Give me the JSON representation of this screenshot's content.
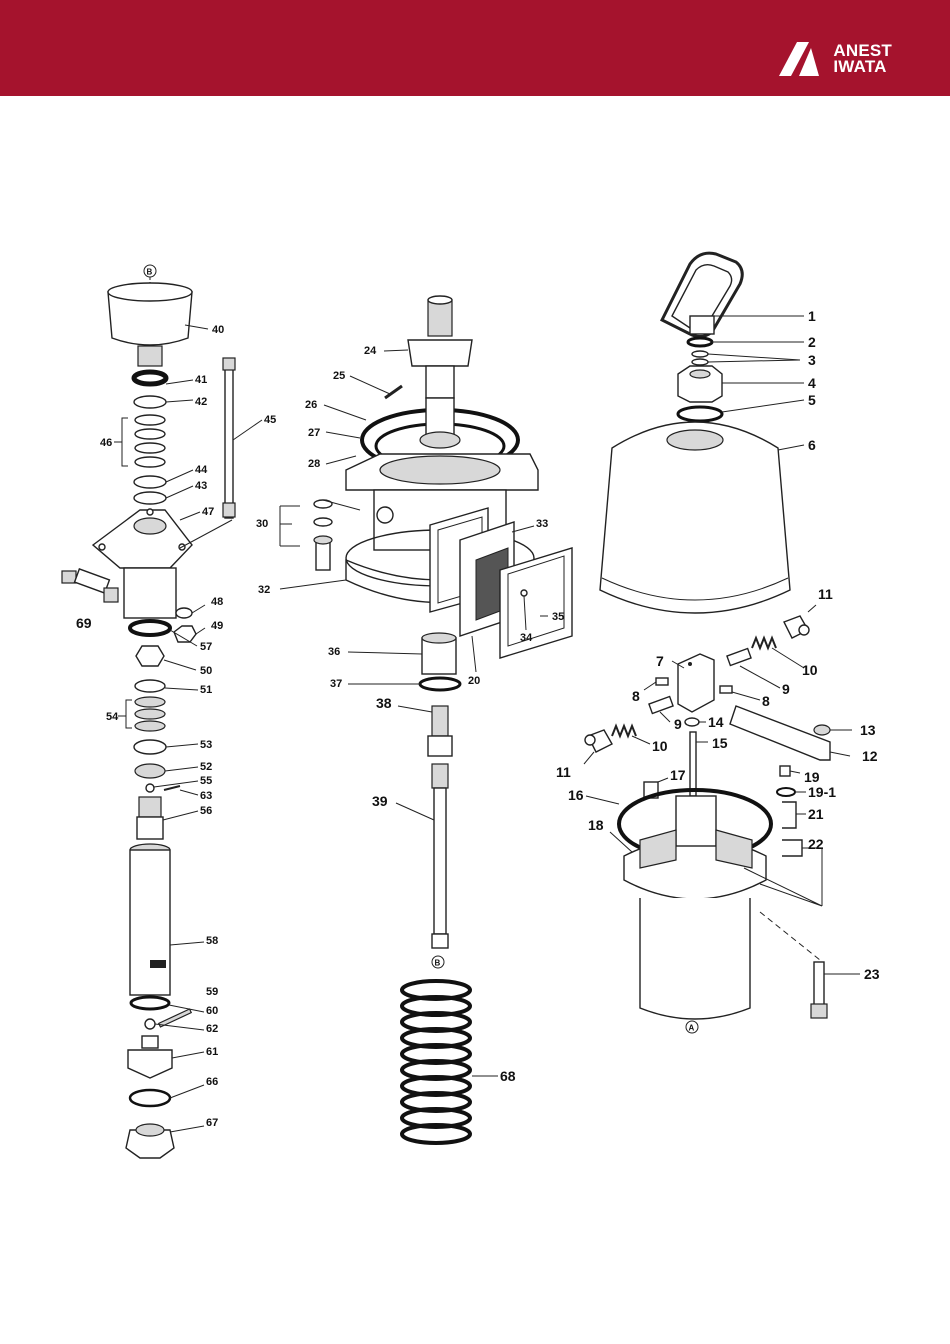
{
  "brand": {
    "line1": "ANEST",
    "line2": "IWATA",
    "header_color": "#a5132d",
    "logo_icon": "anest-iwata-logo-icon"
  },
  "diagram": {
    "ref_markers": {
      "b_top": "B",
      "b_bottom": "B",
      "a_bottom": "A"
    },
    "left_column": [
      "40",
      "41",
      "42",
      "46",
      "44",
      "43",
      "45",
      "47",
      "69",
      "48",
      "49",
      "57",
      "50",
      "51",
      "54",
      "53",
      "52",
      "55",
      "63",
      "56",
      "58",
      "59",
      "60",
      "62",
      "61",
      "66",
      "67"
    ],
    "center_column": [
      "24",
      "25",
      "26",
      "27",
      "28",
      "30",
      "32",
      "33",
      "35",
      "34",
      "20",
      "36",
      "37",
      "38",
      "39",
      "68"
    ],
    "right_column": [
      "1",
      "2",
      "3",
      "4",
      "5",
      "6",
      "11",
      "7",
      "10",
      "8",
      "9",
      "14",
      "13",
      "12",
      "15",
      "17",
      "16",
      "19",
      "19-1",
      "18",
      "21",
      "22",
      "23"
    ]
  }
}
